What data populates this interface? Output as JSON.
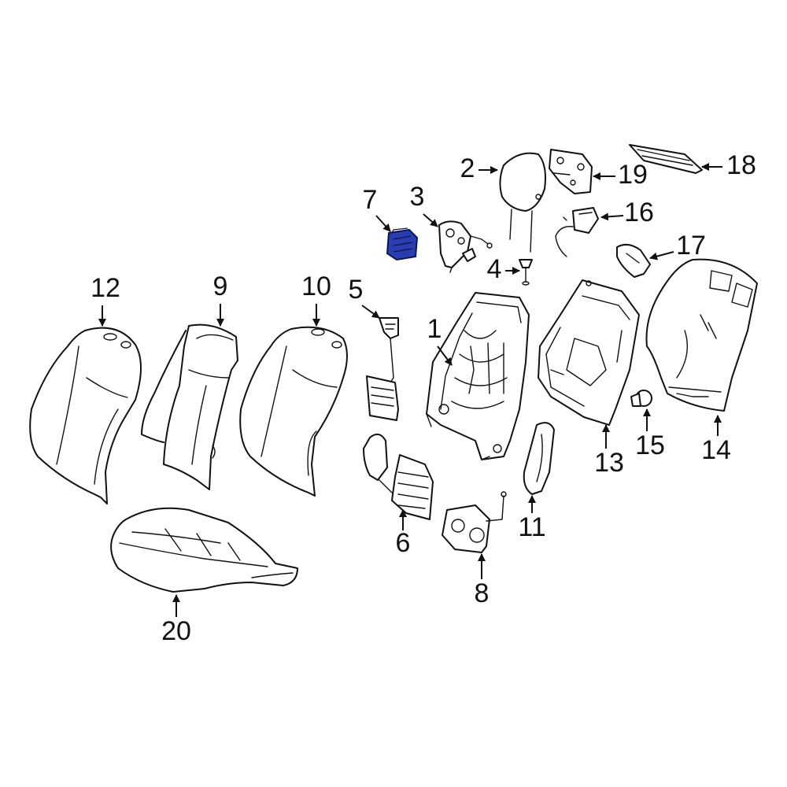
{
  "diagram": {
    "highlight_color": "#2a3db0",
    "callouts": [
      {
        "id": "c1",
        "label": "1"
      },
      {
        "id": "c2",
        "label": "2"
      },
      {
        "id": "c3",
        "label": "3"
      },
      {
        "id": "c4",
        "label": "4"
      },
      {
        "id": "c5",
        "label": "5"
      },
      {
        "id": "c6",
        "label": "6"
      },
      {
        "id": "c7",
        "label": "7",
        "highlighted": true
      },
      {
        "id": "c8",
        "label": "8"
      },
      {
        "id": "c9",
        "label": "9"
      },
      {
        "id": "c10",
        "label": "10"
      },
      {
        "id": "c11",
        "label": "11"
      },
      {
        "id": "c12",
        "label": "12"
      },
      {
        "id": "c13",
        "label": "13"
      },
      {
        "id": "c14",
        "label": "14"
      },
      {
        "id": "c15",
        "label": "15"
      },
      {
        "id": "c16",
        "label": "16"
      },
      {
        "id": "c17",
        "label": "17"
      },
      {
        "id": "c18",
        "label": "18"
      },
      {
        "id": "c19",
        "label": "19"
      },
      {
        "id": "c20",
        "label": "20"
      }
    ]
  }
}
